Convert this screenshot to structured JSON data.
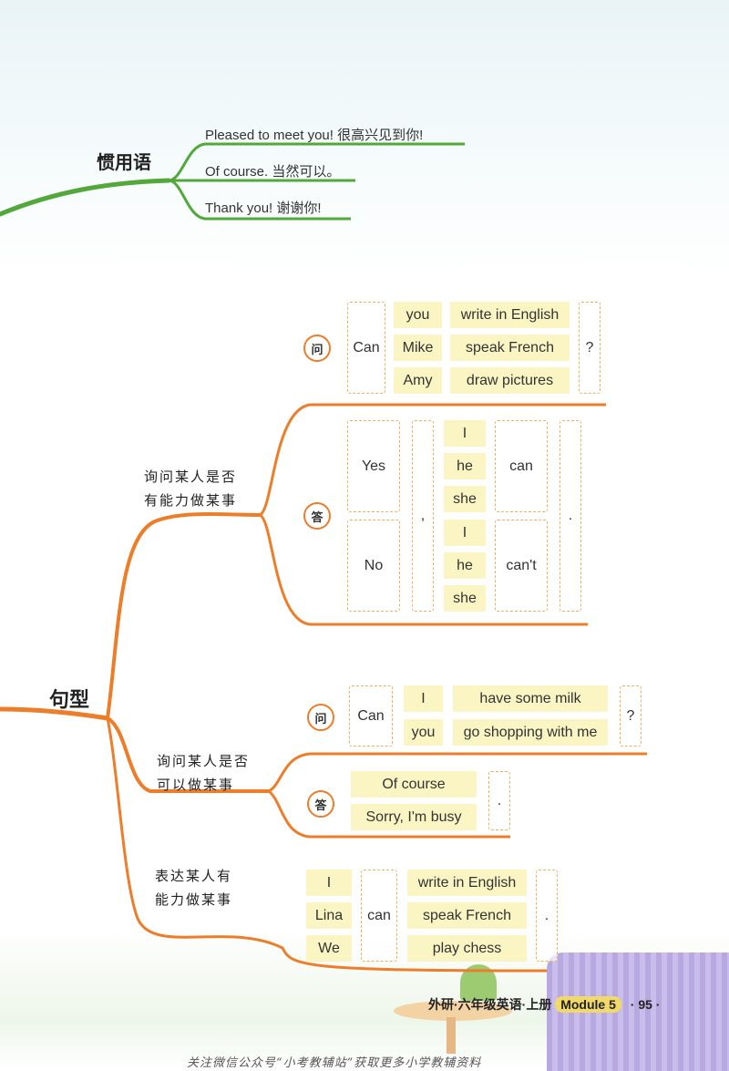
{
  "idioms": {
    "heading": "惯用语",
    "items": [
      "Pleased to meet you! 很高兴见到你!",
      "Of course. 当然可以。",
      "Thank you! 谢谢你!"
    ]
  },
  "sentence_patterns": {
    "heading": "句型",
    "ask_marker": "问",
    "answer_marker": "答",
    "ability": {
      "category": [
        "询问某人是否",
        "有能力做某事"
      ],
      "question": {
        "aux": "Can",
        "subjects": [
          "you",
          "Mike",
          "Amy"
        ],
        "actions": [
          "write in English",
          "speak French",
          "draw pictures"
        ],
        "end": "?"
      },
      "answer": {
        "yes": "Yes",
        "no": "No",
        "comma": ",",
        "subjects_yes": [
          "I",
          "he",
          "she"
        ],
        "subjects_no": [
          "I",
          "he",
          "she"
        ],
        "can": "can",
        "cant": "can't",
        "end": "."
      }
    },
    "permission": {
      "category": [
        "询问某人是否",
        "可以做某事"
      ],
      "question": {
        "aux": "Can",
        "subjects": [
          "I",
          "you"
        ],
        "actions": [
          "have some milk",
          "go shopping with me"
        ],
        "end": "?"
      },
      "answer": {
        "options": [
          "Of course",
          "Sorry, I'm busy"
        ],
        "end": "."
      }
    },
    "statement": {
      "category": [
        "表达某人有",
        "能力做某事"
      ],
      "subjects": [
        "I",
        "Lina",
        "We"
      ],
      "can": "can",
      "actions": [
        "write in English",
        "speak French",
        "play chess"
      ],
      "end": "."
    }
  },
  "footer": {
    "book": "外研·六年级英语·上册",
    "module": "Module 5",
    "page": "· 95 ·",
    "watermark": "关注微信公众号“小考教辅站”获取更多小学教辅资料"
  },
  "colors": {
    "idiom_branch": "#52a83a",
    "pattern_branch": "#ee7d2a",
    "cell_fill": "#fbf5c4",
    "dash_border": "#f0b05a"
  }
}
